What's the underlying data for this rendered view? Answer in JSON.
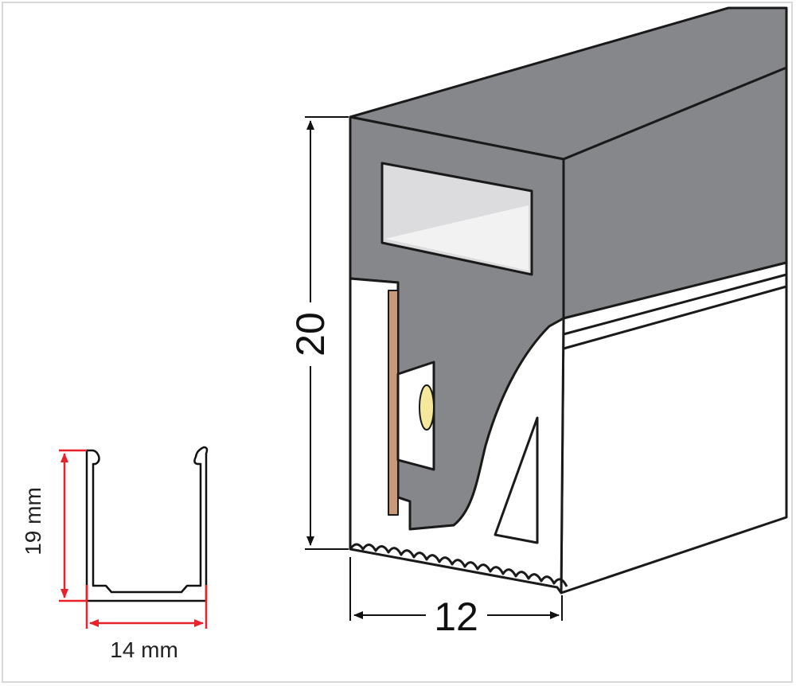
{
  "profile": {
    "height_label": "20",
    "width_label": "12"
  },
  "channel": {
    "height_label": "19 mm",
    "width_label": "14 mm"
  },
  "colors": {
    "body": "#86878b",
    "outline": "#1a1a1a",
    "dimension_accent": "#e8212b"
  }
}
